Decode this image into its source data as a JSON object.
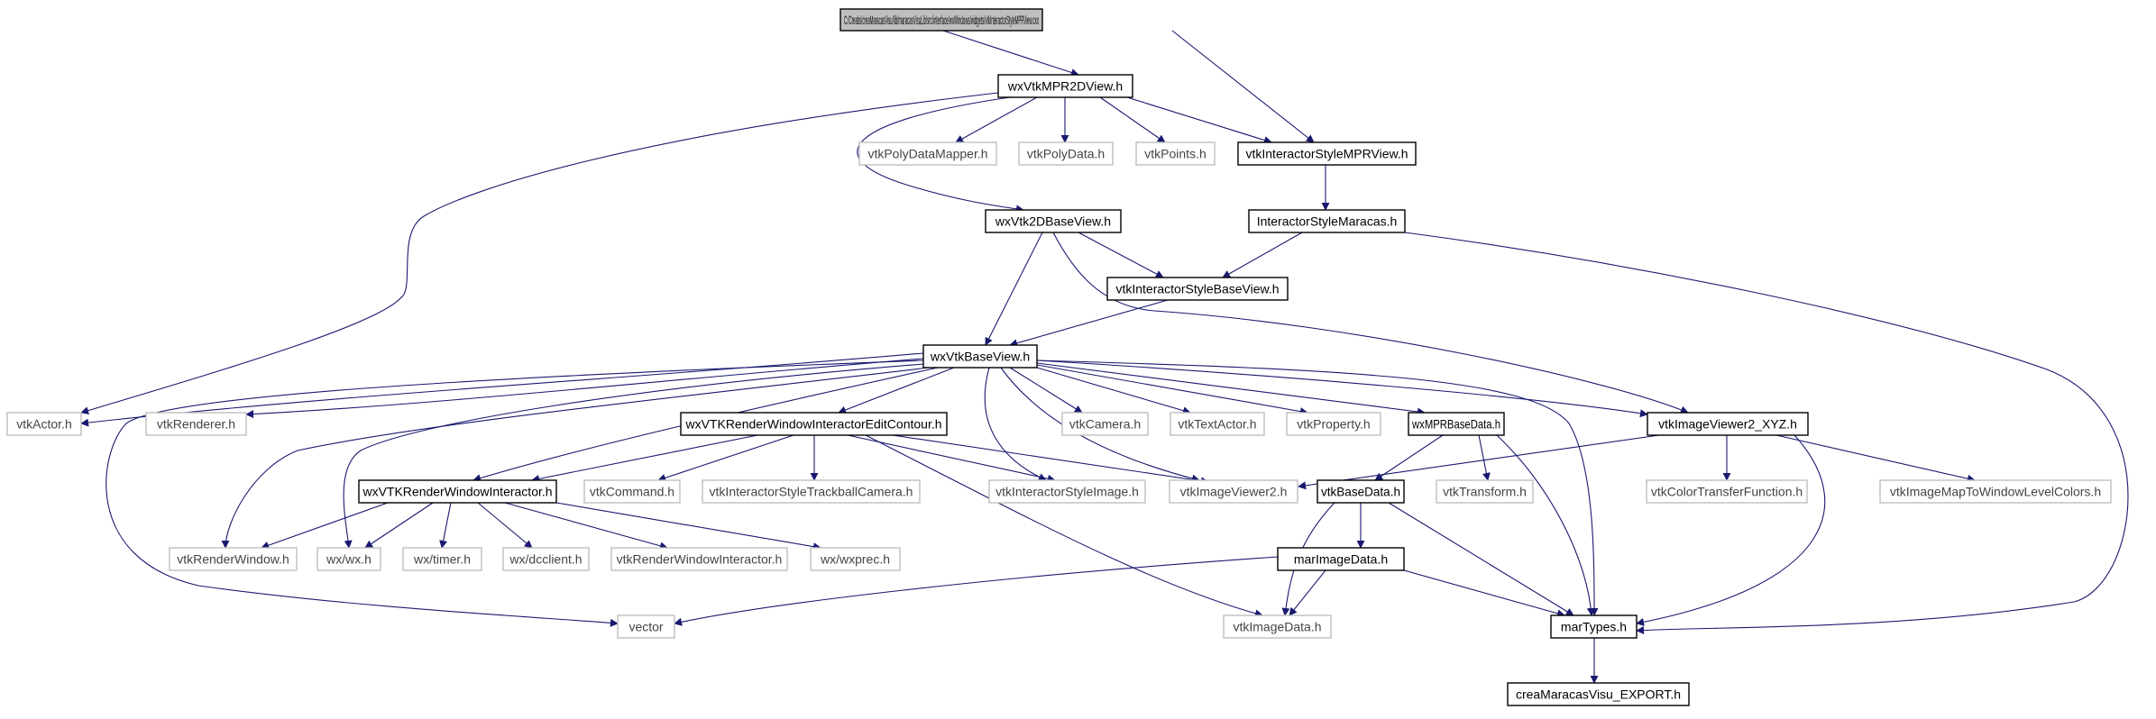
{
  "colors": {
    "edge": "#191970",
    "root_fill": "#bfbfbf",
    "documented_border": "#000000",
    "external_border": "#bfbfbf"
  },
  "nodes": {
    "root": {
      "label": "C:/Creatis/creaMaracasVisu/lib/maracasVisuLib/src/interface/wxWindows/widgets/vtkInteractorStyleMPRView.cxx",
      "kind": "root"
    },
    "mpr2d": {
      "label": "wxVtkMPR2DView.h",
      "kind": "doc"
    },
    "polymapper": {
      "label": "vtkPolyDataMapper.h",
      "kind": "ext"
    },
    "polydata": {
      "label": "vtkPolyData.h",
      "kind": "ext"
    },
    "points": {
      "label": "vtkPoints.h",
      "kind": "ext"
    },
    "isMPR": {
      "label": "vtkInteractorStyleMPRView.h",
      "kind": "doc"
    },
    "vtk2d": {
      "label": "wxVtk2DBaseView.h",
      "kind": "doc"
    },
    "isMaracas": {
      "label": "InteractorStyleMaracas.h",
      "kind": "doc"
    },
    "isBase": {
      "label": "vtkInteractorStyleBaseView.h",
      "kind": "doc"
    },
    "baseview": {
      "label": "wxVtkBaseView.h",
      "kind": "doc"
    },
    "actor": {
      "label": "vtkActor.h",
      "kind": "ext"
    },
    "renderer": {
      "label": "vtkRenderer.h",
      "kind": "ext"
    },
    "editContour": {
      "label": "wxVTKRenderWindowInteractorEditContour.h",
      "kind": "doc"
    },
    "camera": {
      "label": "vtkCamera.h",
      "kind": "ext"
    },
    "textactor": {
      "label": "vtkTextActor.h",
      "kind": "ext"
    },
    "property": {
      "label": "vtkProperty.h",
      "kind": "ext"
    },
    "mprbase": {
      "label": "wxMPRBaseData.h",
      "kind": "doc"
    },
    "viewerXYZ": {
      "label": "vtkImageViewer2_XYZ.h",
      "kind": "doc"
    },
    "rwi": {
      "label": "wxVTKRenderWindowInteractor.h",
      "kind": "doc"
    },
    "command": {
      "label": "vtkCommand.h",
      "kind": "ext"
    },
    "trackball": {
      "label": "vtkInteractorStyleTrackballCamera.h",
      "kind": "ext"
    },
    "isImage": {
      "label": "vtkInteractorStyleImage.h",
      "kind": "ext"
    },
    "viewer2": {
      "label": "vtkImageViewer2.h",
      "kind": "ext"
    },
    "basedata": {
      "label": "vtkBaseData.h",
      "kind": "doc"
    },
    "transform": {
      "label": "vtkTransform.h",
      "kind": "ext"
    },
    "ctf": {
      "label": "vtkColorTransferFunction.h",
      "kind": "ext"
    },
    "maptowl": {
      "label": "vtkImageMapToWindowLevelColors.h",
      "kind": "ext"
    },
    "renwin": {
      "label": "vtkRenderWindow.h",
      "kind": "ext"
    },
    "wx": {
      "label": "wx/wx.h",
      "kind": "ext"
    },
    "timer": {
      "label": "wx/timer.h",
      "kind": "ext"
    },
    "dcclient": {
      "label": "wx/dcclient.h",
      "kind": "ext"
    },
    "vtkrwi": {
      "label": "vtkRenderWindowInteractor.h",
      "kind": "ext"
    },
    "wxprec": {
      "label": "wx/wxprec.h",
      "kind": "ext"
    },
    "marimage": {
      "label": "marImageData.h",
      "kind": "doc"
    },
    "vector": {
      "label": "vector",
      "kind": "ext"
    },
    "vtkimagedata": {
      "label": "vtkImageData.h",
      "kind": "ext"
    },
    "martypes": {
      "label": "marTypes.h",
      "kind": "doc"
    },
    "export": {
      "label": "creaMaracasVisu_EXPORT.h",
      "kind": "doc"
    }
  }
}
